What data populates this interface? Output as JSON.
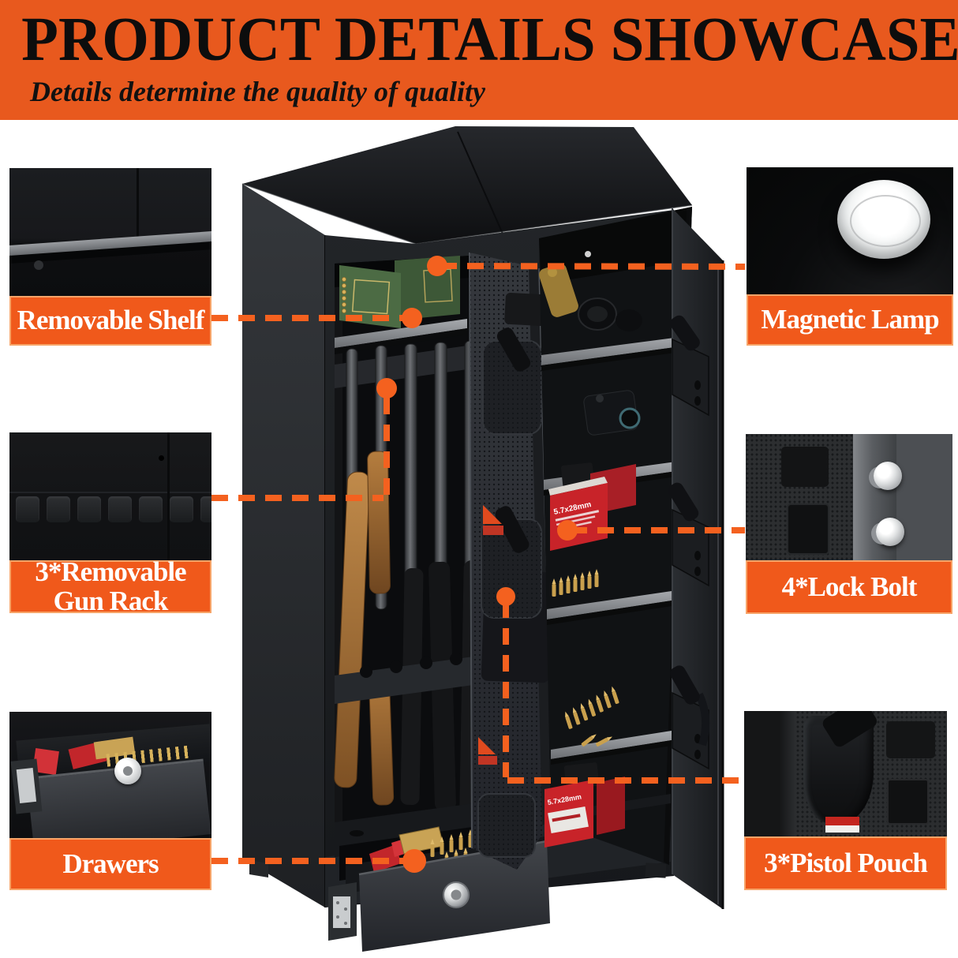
{
  "header": {
    "title": "PRODUCT DETAILS SHOWCASE",
    "subtitle": "Details determine the quality of quality"
  },
  "callouts": [
    {
      "id": "removable-shelf",
      "label": "Removable Shelf"
    },
    {
      "id": "magnetic-lamp",
      "label": "Magnetic Lamp"
    },
    {
      "id": "removable-gun-rack",
      "label": "3*Removable Gun Rack",
      "lines": [
        "3*Removable",
        "Gun Rack"
      ]
    },
    {
      "id": "lock-bolt",
      "label": "4*Lock Bolt"
    },
    {
      "id": "drawers",
      "label": "Drawers"
    },
    {
      "id": "pistol-pouch",
      "label": "3*Pistol Pouch"
    }
  ],
  "product": {
    "name": "double-door gun safe cabinet with open doors",
    "ammo_box_text": "5.7x28mm"
  },
  "colors": {
    "banner_bg": "#E8591E",
    "label_bg": "#F0591B",
    "label_border": "#F7A468",
    "connector": "#F4611F",
    "title_text": "#0D0D0D",
    "label_text": "#FFFFFF"
  }
}
